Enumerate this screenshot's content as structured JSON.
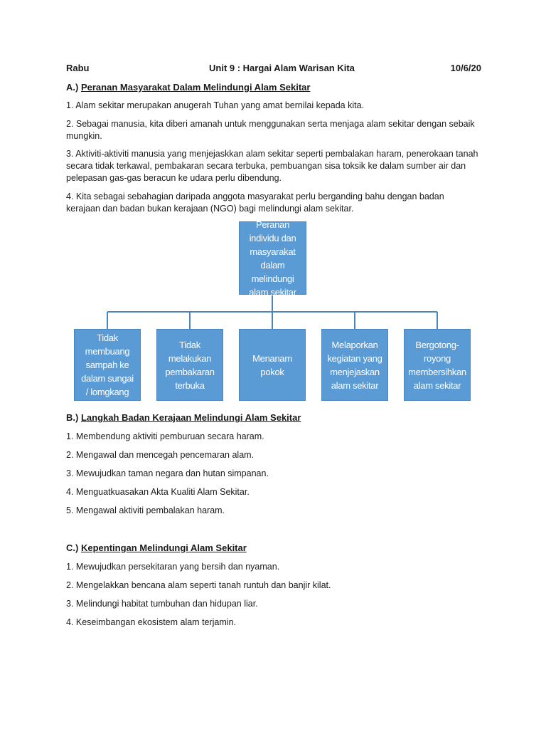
{
  "header": {
    "day": "Rabu",
    "unit_title": "Unit 9 : Hargai Alam Warisan Kita",
    "date": "10/6/20"
  },
  "section_a": {
    "prefix": "A.)",
    "title": "Peranan Masyarakat Dalam Melindungi Alam Sekitar",
    "items": [
      "1. Alam sekitar merupakan anugerah Tuhan yang amat bernilai kepada kita.",
      "2. Sebagai manusia, kita diberi amanah untuk menggunakan serta menjaga alam sekitar dengan sebaik mungkin.",
      "3. Aktiviti-aktiviti manusia yang menjejaskkan alam sekitar seperti pembalakan haram, penerokaan tanah secara tidak terkawal, pembakaran secara terbuka, pembuangan sisa toksik ke dalam sumber air dan pelepasan gas-gas beracun ke udara perlu dibendung.",
      "4. Kita sebagai sebahagian daripada anggota masyarakat perlu berganding bahu dengan badan kerajaan dan badan bukan kerajaan (NGO) bagi melindungi alam sekitar."
    ]
  },
  "diagram": {
    "root": "Peranan individu dan masyarakat dalam melindungi alam sekitar",
    "children": [
      "Tidak membuang sampah ke dalam sungai / lomgkang",
      "Tidak melakukan pembakaran terbuka",
      "Menanam pokok",
      "Melaporkan kegiatan yang menjejaskan alam sekitar",
      "Bergotong-royong membersihkan alam sekitar"
    ],
    "box_color": "#5b9bd5",
    "line_color": "#4a86bd"
  },
  "section_b": {
    "prefix": "B.)",
    "title": "Langkah Badan Kerajaan Melindungi Alam Sekitar",
    "items": [
      "1. Membendung aktiviti pemburuan secara haram.",
      "2. Mengawal dan mencegah pencemaran alam.",
      "3. Mewujudkan taman negara dan hutan simpanan.",
      "4. Menguatkuasakan Akta Kualiti Alam Sekitar.",
      "5. Mengawal aktiviti pembalakan haram."
    ]
  },
  "section_c": {
    "prefix": "C.)",
    "title": "Kepentingan Melindungi Alam Sekitar",
    "items": [
      "1. Mewujudkan persekitaran yang bersih dan nyaman.",
      "2. Mengelakkan bencana alam seperti tanah runtuh dan banjir kilat.",
      "3. Melindungi habitat tumbuhan dan hidupan liar.",
      "4. Keseimbangan ekosistem alam terjamin."
    ]
  }
}
